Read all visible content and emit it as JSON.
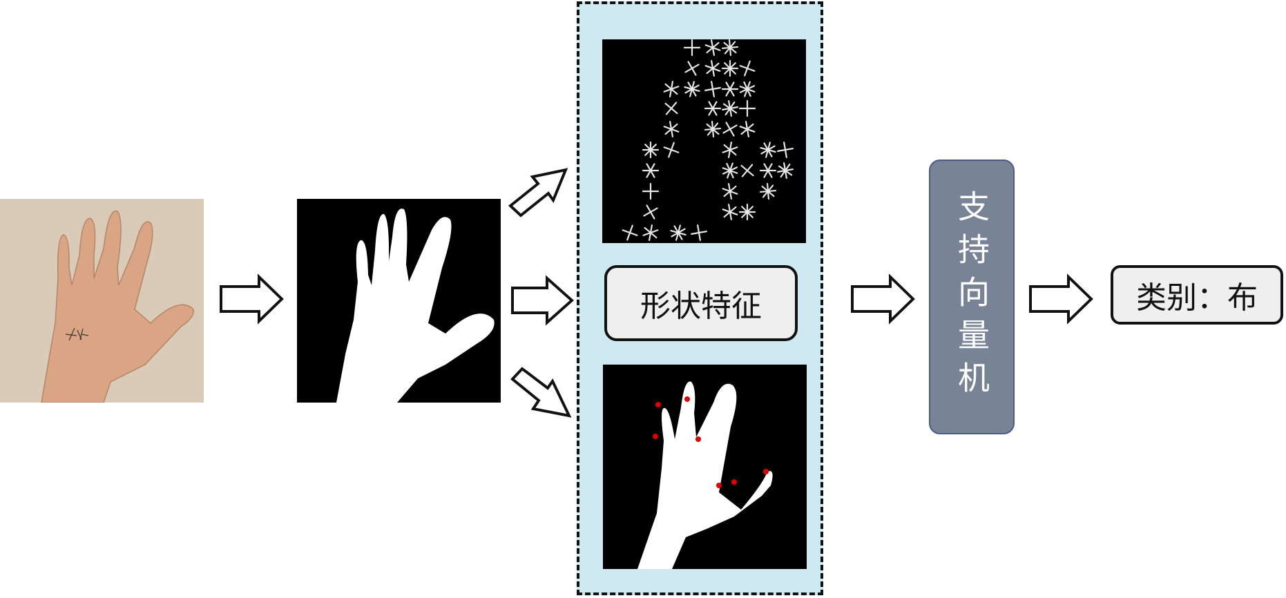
{
  "nodes": {
    "shape_feature": "形状特征",
    "classifier": "支持向量机",
    "result": "类别：布"
  },
  "colors": {
    "panel_background": "#cfe9f1",
    "classifier_fill": "#788496",
    "label_box_fill": "#efefef",
    "keypoint": "#e00000",
    "photo_background": "#d9cbb8",
    "skin": "#d9a584"
  }
}
